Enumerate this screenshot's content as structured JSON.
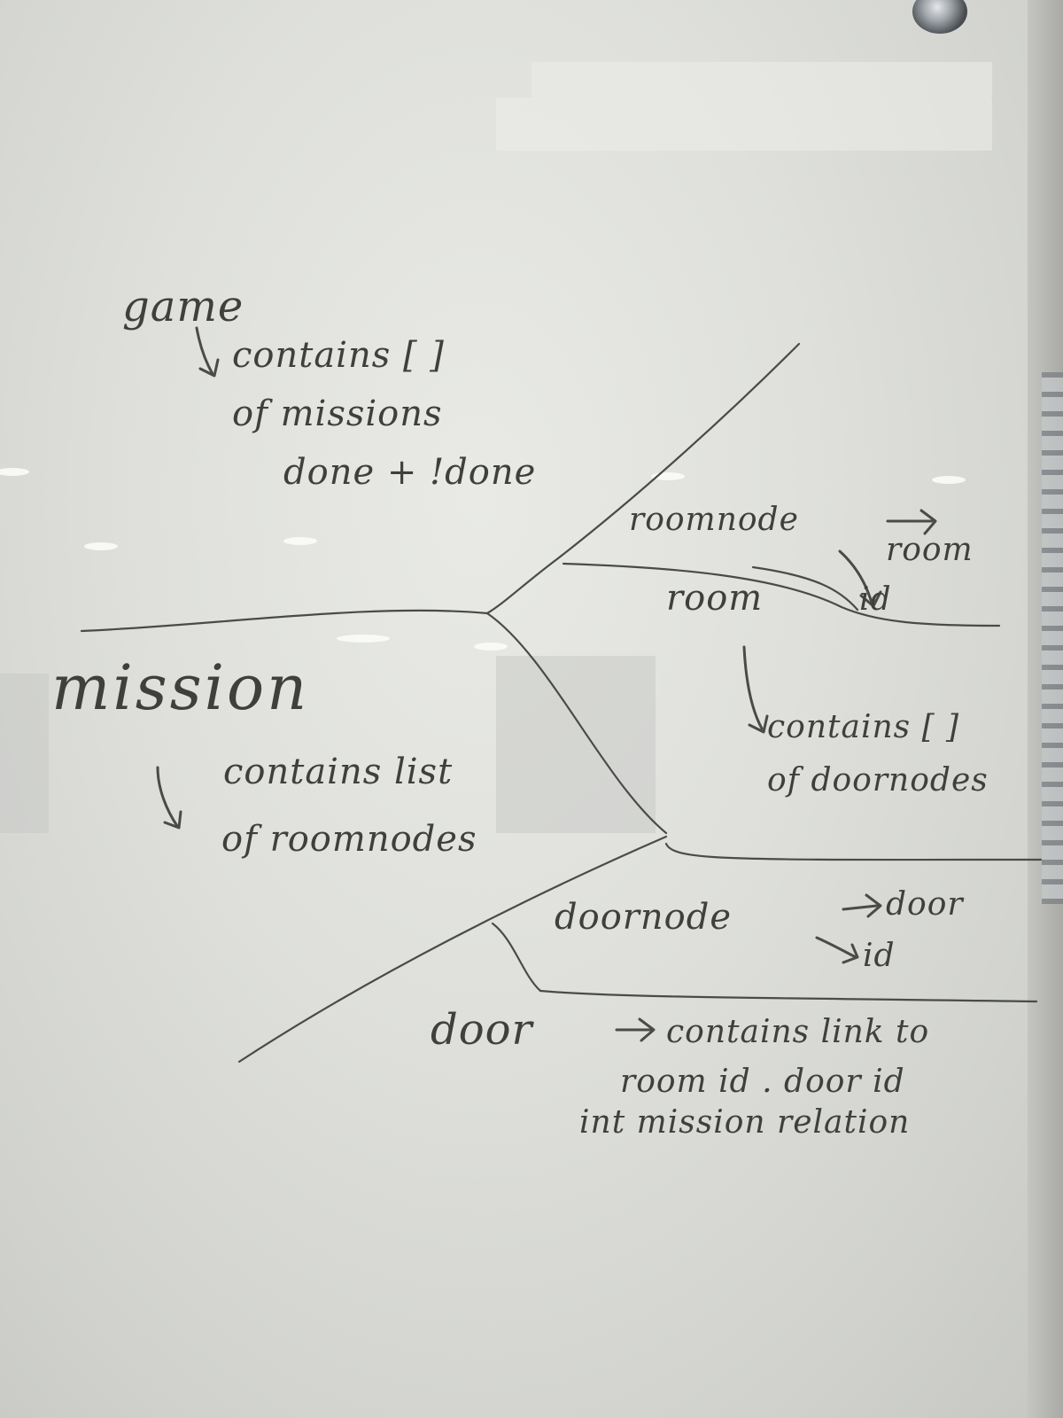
{
  "whiteboard": {
    "game": {
      "title": "game",
      "line1": "contains [ ]",
      "line2": "of missions",
      "line3": "done + !done"
    },
    "mission": {
      "title": "mission",
      "line1": "contains list",
      "line2": "of roomnodes"
    },
    "roomnode": {
      "title": "roomnode",
      "room_label": "room",
      "id_label": "id"
    },
    "room": {
      "title": "room",
      "line1": "contains [ ]",
      "line2": "of doornodes"
    },
    "doornode": {
      "title": "doornode",
      "door_label": "door",
      "id_label": "id"
    },
    "door": {
      "title": "door",
      "line1": "contains link to",
      "line2": "room id . door id",
      "line3": "int mission relation"
    }
  },
  "colors": {
    "ink": "#4a4b48",
    "board": "#dfe0dc"
  }
}
